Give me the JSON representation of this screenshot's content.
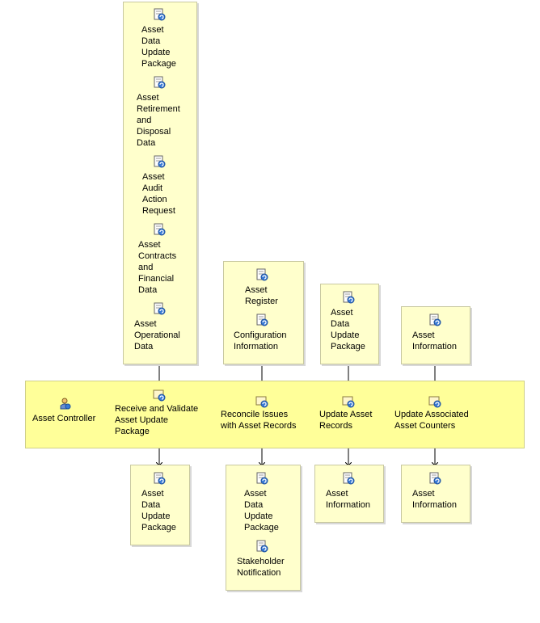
{
  "inputs": {
    "main": [
      "Asset\nData\nUpdate\nPackage",
      "Asset\nRetirement\nand\nDisposal\nData",
      "Asset\nAudit\nAction\nRequest",
      "Asset\nContracts\nand\nFinancial\nData",
      "Asset\nOperational\nData"
    ],
    "reconcile": [
      "Asset\nRegister",
      "Configuration\nInformation"
    ],
    "update_records": [
      "Asset\nData\nUpdate\nPackage"
    ],
    "update_counters": [
      "Asset\nInformation"
    ]
  },
  "lane": {
    "role": "Asset Controller",
    "activities": [
      "Receive and Validate\nAsset Update\nPackage",
      "Reconcile Issues\nwith Asset Records",
      "Update Asset\nRecords",
      "Update Associated\nAsset Counters"
    ]
  },
  "outputs": {
    "receive": [
      "Asset\nData\nUpdate\nPackage"
    ],
    "reconcile": [
      "Asset\nData\nUpdate\nPackage",
      "Stakeholder\nNotification"
    ],
    "update_records": [
      "Asset\nInformation"
    ],
    "update_counters": [
      "Asset\nInformation"
    ]
  }
}
